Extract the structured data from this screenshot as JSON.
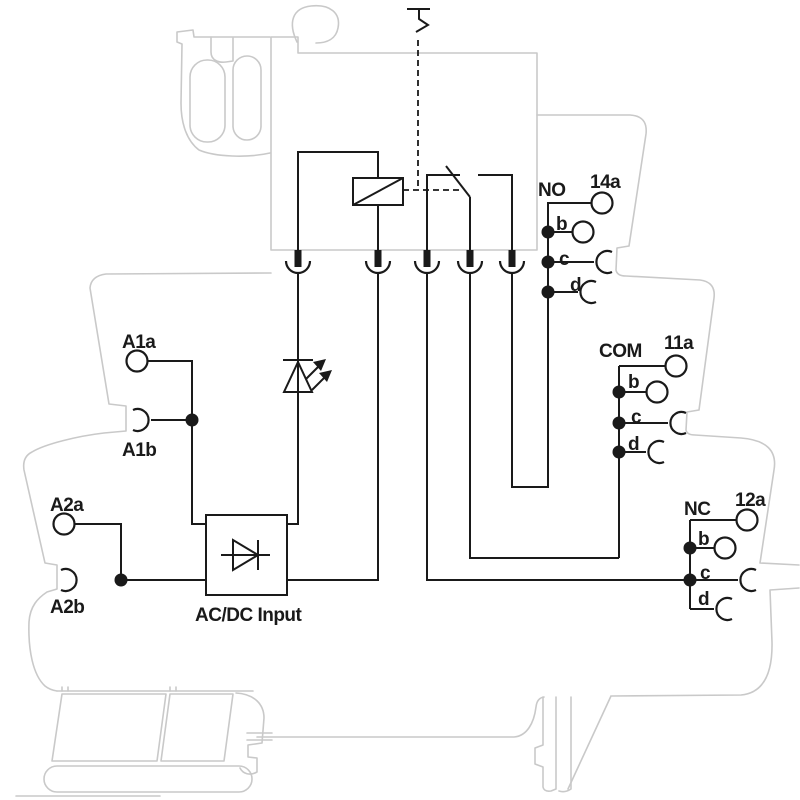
{
  "diagram": {
    "kind": "relay-module-wiring-diagram",
    "colors": {
      "circuit": "#1a1a1a",
      "housing": "#c9c9c9",
      "background": "#ffffff"
    },
    "labels": {
      "group_no": "NO",
      "group_no_main": "14a",
      "group_no_b": "b",
      "group_no_c": "c",
      "group_no_d": "d",
      "group_com": "COM",
      "group_com_main": "11a",
      "group_com_b": "b",
      "group_com_c": "c",
      "group_com_d": "d",
      "group_nc": "NC",
      "group_nc_main": "12a",
      "group_nc_b": "b",
      "group_nc_c": "c",
      "group_nc_d": "d",
      "coil_a1a": "A1a",
      "coil_a1b": "A1b",
      "coil_a2a": "A2a",
      "coil_a2b": "A2b",
      "rectifier": "AC/DC Input"
    },
    "terminal_groups": [
      {
        "name": "NO",
        "main": "14a",
        "subs": [
          "b",
          "c",
          "d"
        ]
      },
      {
        "name": "COM",
        "main": "11a",
        "subs": [
          "b",
          "c",
          "d"
        ]
      },
      {
        "name": "NC",
        "main": "12a",
        "subs": [
          "b",
          "c",
          "d"
        ]
      }
    ],
    "input_terminals": [
      "A1a",
      "A1b",
      "A2a",
      "A2b"
    ]
  }
}
